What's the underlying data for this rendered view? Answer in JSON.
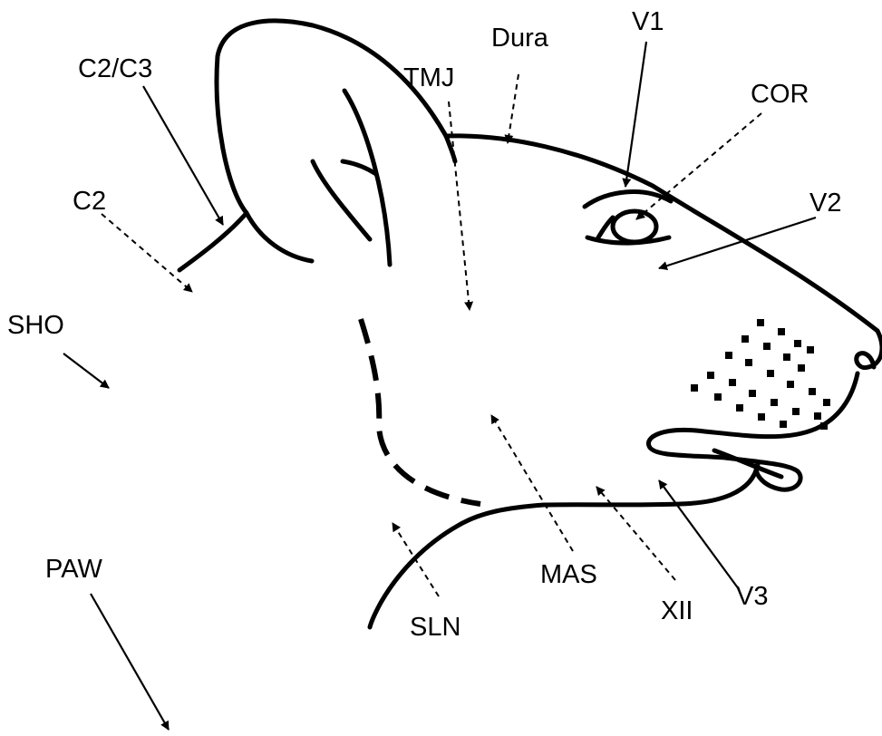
{
  "colors": {
    "ink": "#000000",
    "background": "#ffffff"
  },
  "labels": {
    "c2c3": "C2/C3",
    "c2": "C2",
    "sho": "SHO",
    "paw": "PAW",
    "tmj": "TMJ",
    "dura": "Dura",
    "v1": "V1",
    "cor": "COR",
    "v2": "V2",
    "mas": "MAS",
    "sln": "SLN",
    "xii": "XII",
    "v3": "V3"
  }
}
